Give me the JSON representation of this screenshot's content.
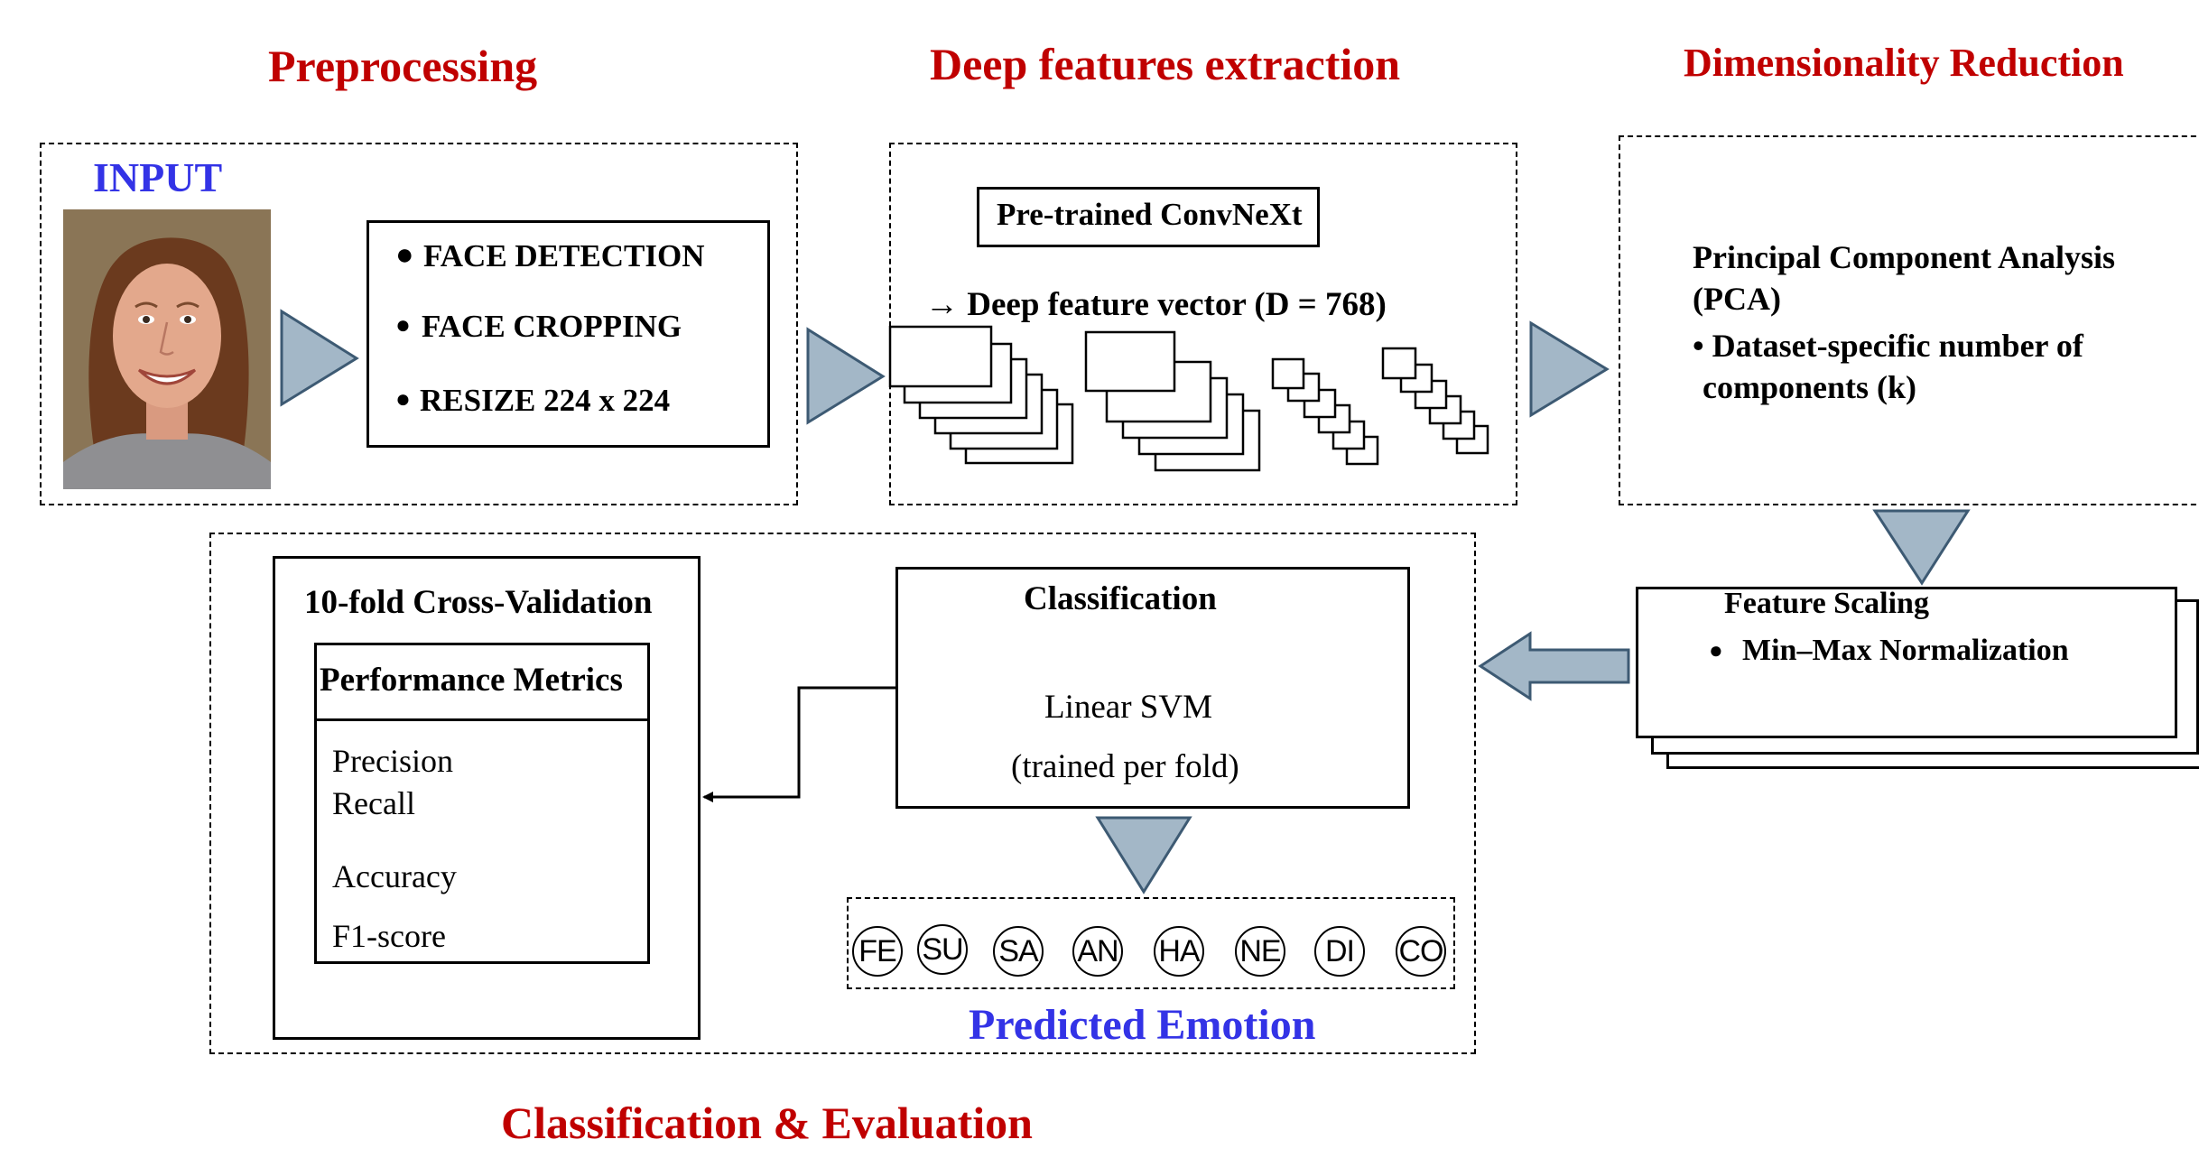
{
  "titles": {
    "preprocessing": "Preprocessing",
    "deep_features": "Deep features extraction",
    "dim_reduction": "Dimensionality Reduction",
    "classification_eval": "Classification & Evaluation"
  },
  "input": {
    "label": "INPUT"
  },
  "preprocessing_steps": [
    "FACE DETECTION",
    "FACE CROPPING",
    "RESIZE 224 x 224"
  ],
  "deep": {
    "model": "Pre-trained ConvNeXt",
    "vector": "→ Deep feature vector (D = 768)"
  },
  "pca": {
    "title_line1": "Principal Component Analysis",
    "title_line2": "(PCA)",
    "bullet_line1": "• Dataset-specific number of",
    "bullet_line2": "components (k)"
  },
  "scaling": {
    "title": "Feature Scaling",
    "bullet": "Min–Max Normalization"
  },
  "classification": {
    "title": "Classification",
    "model": "Linear SVM",
    "note": "(trained per fold)"
  },
  "cv": {
    "title": "10-fold Cross-Validation",
    "metrics_title": "Performance Metrics",
    "metrics": [
      "Precision",
      "Recall",
      "Accuracy",
      "F1-score"
    ]
  },
  "emotions": [
    "FE",
    "SU",
    "SA",
    "AN",
    "HA",
    "NE",
    "DI",
    "CO"
  ],
  "predicted_label": "Predicted Emotion",
  "colors": {
    "section_title": "#c00000",
    "accent_blue": "#3333e6",
    "arrow_fill": "#a3b7c7",
    "arrow_stroke": "#3d5a73"
  }
}
